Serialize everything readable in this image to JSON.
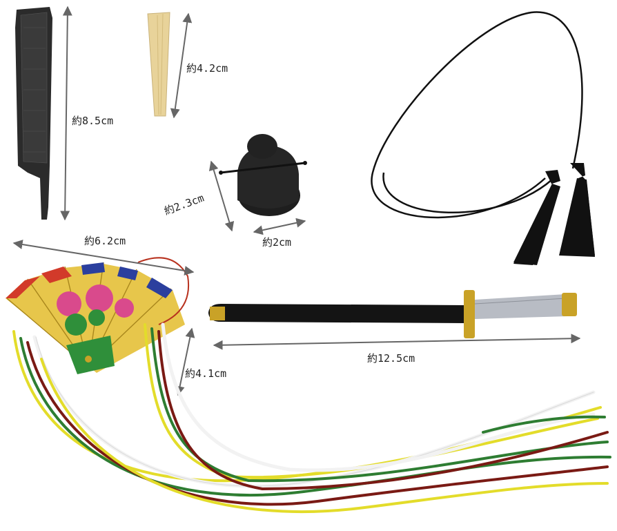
{
  "items": [
    {
      "name": "shaku-comb",
      "label": "約8.5cm"
    },
    {
      "name": "wooden-fan-slat",
      "label": "約4.2cm"
    },
    {
      "name": "eboshi-hat",
      "label_height": "約2.3cm",
      "label_width": "約2cm"
    },
    {
      "name": "black-tassel-cord"
    },
    {
      "name": "folding-fan",
      "label_width": "約6.2cm",
      "label_height": "約4.1cm"
    },
    {
      "name": "sword",
      "label": "約12.5cm"
    },
    {
      "name": "colored-cords"
    }
  ],
  "colors": {
    "comb": "#2b2b2b",
    "wood": "#e8d39a",
    "hat": "#1e1e1e",
    "tassel": "#111111",
    "sword_sheath": "#141414",
    "sword_handle": "#b8bcc4",
    "gold": "#c9a227",
    "fan_red": "#d23a2a",
    "fan_blue": "#2b3f9e",
    "fan_green": "#2f8f3a",
    "fan_pink": "#d94a8c",
    "cord_yellow": "#e3dc2a",
    "cord_green": "#2e7d32",
    "cord_red": "#7a1a14",
    "cord_white": "#f2f2f2"
  }
}
